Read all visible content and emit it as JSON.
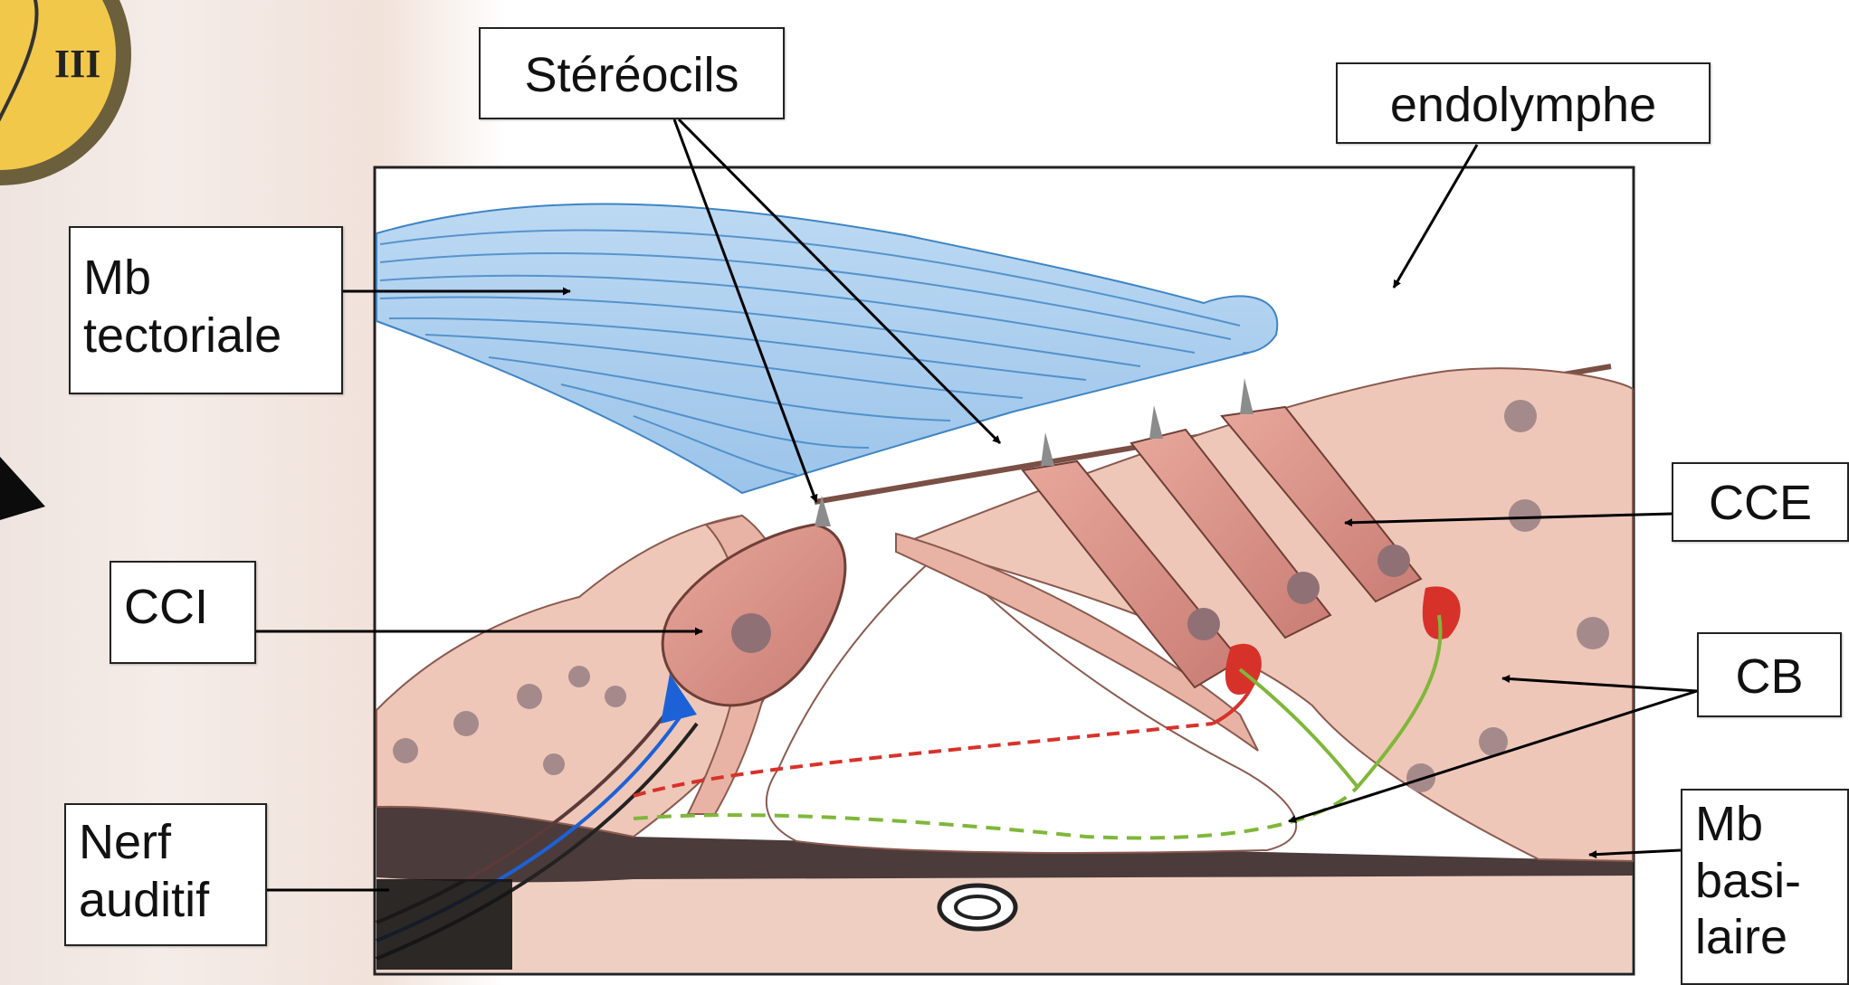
{
  "labels": {
    "stereocils": "Stéréocils",
    "endolymphe": "endolymphe",
    "mb_tectoriale": [
      "Mb",
      "tectoriale"
    ],
    "cci": "CCI",
    "cce": "CCE",
    "cb": "CB",
    "nerf_auditif": [
      "Nerf",
      "auditif"
    ],
    "mb_basilaire": [
      "Mb",
      "basi-",
      "laire"
    ]
  },
  "corner_logo_text": "III",
  "colors": {
    "tectorial_membrane": "#a9cdee",
    "tectorial_fibers": "#3f84c4",
    "tissue": "#efc7b9",
    "hair_cell": "#d98e84",
    "nucleus": "#8f7075",
    "red_nerve": "#d7322a",
    "green_nerve": "#7fb73a",
    "blue_nerve": "#1c62d6",
    "basilar_dark": "#4b3b3a"
  }
}
